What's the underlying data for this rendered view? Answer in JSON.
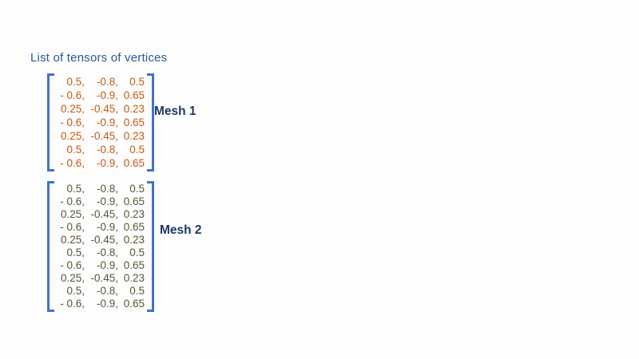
{
  "title": "List of tensors of vertices",
  "colors": {
    "title": "#2F5496",
    "label": "#1F3864",
    "bracket": "#4472C4",
    "background": "#FDFDFE",
    "mesh1_values": "#C55A11",
    "mesh2_values": "#4E5C31"
  },
  "meshes": [
    {
      "label": "Mesh 1",
      "value_color": "#C55A11",
      "rows": [
        [
          "0.5,",
          "-0.8,",
          "0.5"
        ],
        [
          "- 0.6,",
          "-0.9,",
          "0.65"
        ],
        [
          "0.25,",
          "-0.45,",
          "0.23"
        ],
        [
          "- 0.6,",
          "-0.9,",
          "0.65"
        ],
        [
          "0.25,",
          "-0.45,",
          "0.23"
        ],
        [
          "0.5,",
          "-0.8,",
          "0.5"
        ],
        [
          "- 0.6,",
          "-0.9,",
          "0.65"
        ]
      ]
    },
    {
      "label": "Mesh 2",
      "value_color": "#4E5C31",
      "rows": [
        [
          "0.5,",
          "-0.8,",
          "0.5"
        ],
        [
          "- 0.6,",
          "-0.9,",
          "0.65"
        ],
        [
          "0.25,",
          "-0.45,",
          "0.23"
        ],
        [
          "- 0.6,",
          "-0.9,",
          "0.65"
        ],
        [
          "0.25,",
          "-0.45,",
          "0.23"
        ],
        [
          "0.5,",
          "-0.8,",
          "0.5"
        ],
        [
          "- 0.6,",
          "-0.9,",
          "0.65"
        ],
        [
          "0.25,",
          "-0.45,",
          "0.23"
        ],
        [
          "0.5,",
          "-0.8,",
          "0.5"
        ],
        [
          "- 0.6,",
          "-0.9,",
          "0.65"
        ]
      ]
    }
  ]
}
